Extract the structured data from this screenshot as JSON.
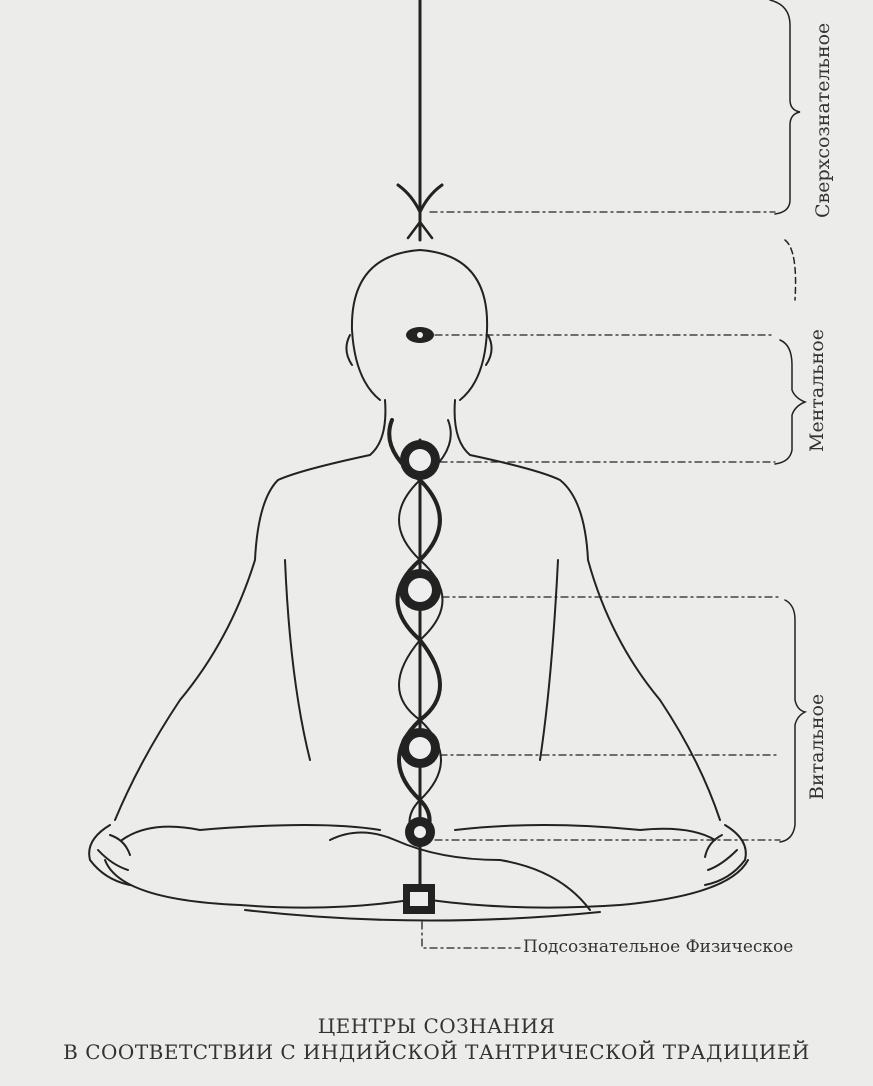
{
  "levels": {
    "superconscious": "Сверхсознательное",
    "mental": "Ментальное",
    "vital": "Витальное",
    "subconscious_physical": "Подсознательное Физическое"
  },
  "caption": {
    "line1": "ЦЕНТРЫ СОЗНАНИЯ",
    "line2": "В СООТВЕТСТВИИ С ИНДИЙСКОЙ ТАНТРИЧЕСКОЙ ТРАДИЦИЕЙ"
  },
  "colors": {
    "paper": "#ececea",
    "ink": "#2a2a2a"
  }
}
